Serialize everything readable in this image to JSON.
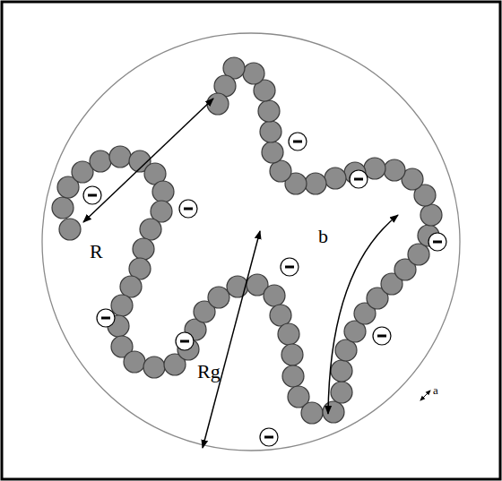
{
  "diagram": {
    "labels": [
      "R",
      "b",
      "Rg",
      "a"
    ]
  }
}
